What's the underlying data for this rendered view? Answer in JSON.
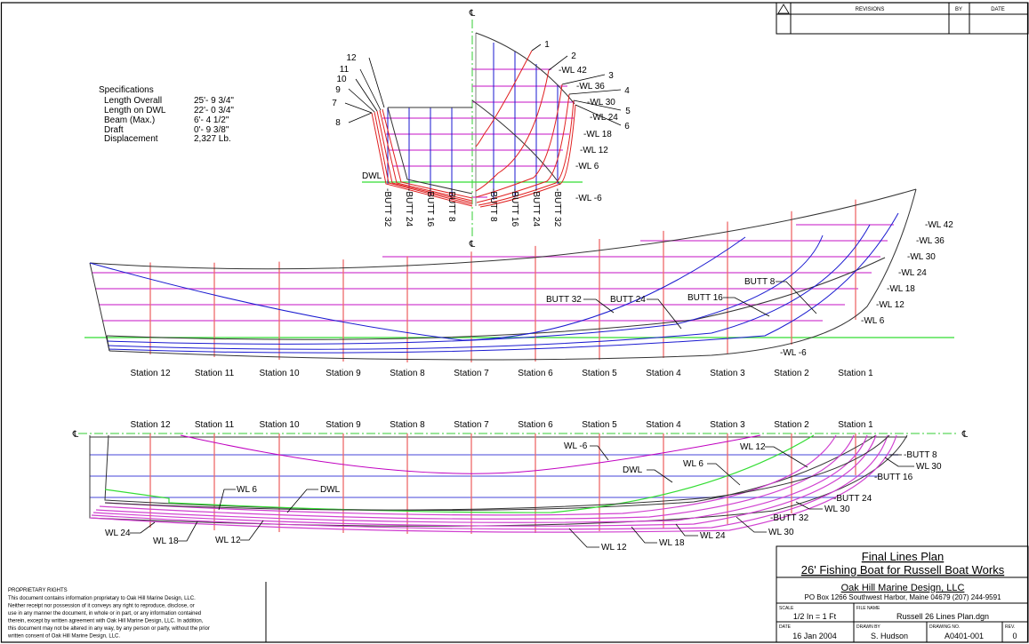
{
  "specs": {
    "title": "Specifications",
    "rows": [
      {
        "label": "Length Overall",
        "value": "25'- 9 3/4\""
      },
      {
        "label": "Length on DWL",
        "value": "22'- 0 3/4\""
      },
      {
        "label": "Beam (Max.)",
        "value": "6'- 4 1/2\""
      },
      {
        "label": "Draft",
        "value": "0'- 9 3/8\""
      },
      {
        "label": "Displacement",
        "value": "2,327 Lb."
      }
    ]
  },
  "revisions": {
    "icon": "revision-triangle-icon",
    "header": "REVISIONS",
    "by": "BY",
    "date": "DATE"
  },
  "body_plan": {
    "cl_symbol": "℄",
    "dwl": "DWL",
    "stations_left": [
      "12",
      "11",
      "10",
      "9",
      "7",
      "8"
    ],
    "stations_right": [
      "1",
      "2",
      "3",
      "4",
      "5",
      "6"
    ],
    "waterlines": [
      "-WL 42",
      "-WL 36",
      "-WL 30",
      "-WL 24",
      "-WL 18",
      "-WL 12",
      "-WL 6",
      "-WL -6"
    ],
    "butts_left": [
      "-BUTT 32",
      "-BUTT 24",
      "-BUTT 16",
      "-BUTT 8"
    ],
    "butts_right": [
      "-BUTT 8",
      "-BUTT 16",
      "-BUTT 24",
      "-BUTT 32"
    ]
  },
  "profile": {
    "stations": [
      "Station 12",
      "Station 11",
      "Station 10",
      "Station 9",
      "Station 8",
      "Station 7",
      "Station 6",
      "Station 5",
      "Station 4",
      "Station 3",
      "Station 2",
      "Station 1"
    ],
    "waterlines": [
      "-WL 42",
      "-WL 36",
      "-WL 30",
      "-WL 24",
      "-WL 18",
      "-WL 12",
      "-WL 6"
    ],
    "wl_below": "-WL -6",
    "butts": [
      "BUTT 32",
      "BUTT 24",
      "BUTT 16",
      "BUTT 8"
    ]
  },
  "plan": {
    "cl_symbol": "℄",
    "stations": [
      "Station 12",
      "Station 11",
      "Station 10",
      "Station 9",
      "Station 8",
      "Station 7",
      "Station 6",
      "Station 5",
      "Station 4",
      "Station 3",
      "Station 2",
      "Station 1"
    ],
    "labels": [
      "WL -6",
      "DWL",
      "WL 6",
      "WL 12",
      "-BUTT 8",
      "WL 30",
      "-BUTT 16",
      "-BUTT 24",
      "WL 30",
      "-BUTT 32",
      "WL 30",
      "WL 24",
      "WL 18",
      "WL 12",
      "WL 6",
      "DWL",
      "WL 24",
      "WL 18",
      "WL 12"
    ]
  },
  "proprietary": {
    "title": "PROPRIETARY RIGHTS",
    "lines": [
      "This document contains information proprietary to Oak Hill Marine Design, LLC.",
      "Neither receipt nor possession of it conveys any right to reproduce, disclose, or",
      "use in any manner the document, in whole or in part, or any information contained",
      "therein, except by written agreement with Oak Hill Marine Design, LLC.  In addition,",
      "this document may not be altered in any way, by any person or party, without the prior",
      "written consent of Oak Hill Marine Design, LLC."
    ]
  },
  "title_block": {
    "title": "Final Lines Plan",
    "subtitle": "26' Fishing Boat for Russell Boat Works",
    "company": "Oak Hill Marine Design, LLC",
    "address": "PO Box 1266  Southwest Harbor, Maine  04679  (207) 244-9591",
    "scale_label": "SCALE",
    "scale": "1/2 In = 1 Ft",
    "file_label": "FILE NAME",
    "file": "Russell 26 Lines Plan.dgn",
    "date_label": "DATE",
    "date": "16 Jan 2004",
    "drawn_label": "DRAWN BY",
    "drawn": "S. Hudson",
    "dwg_label": "DRAWING NO.",
    "dwg": "A0401-001",
    "rev_label": "REV.",
    "rev": "0"
  }
}
